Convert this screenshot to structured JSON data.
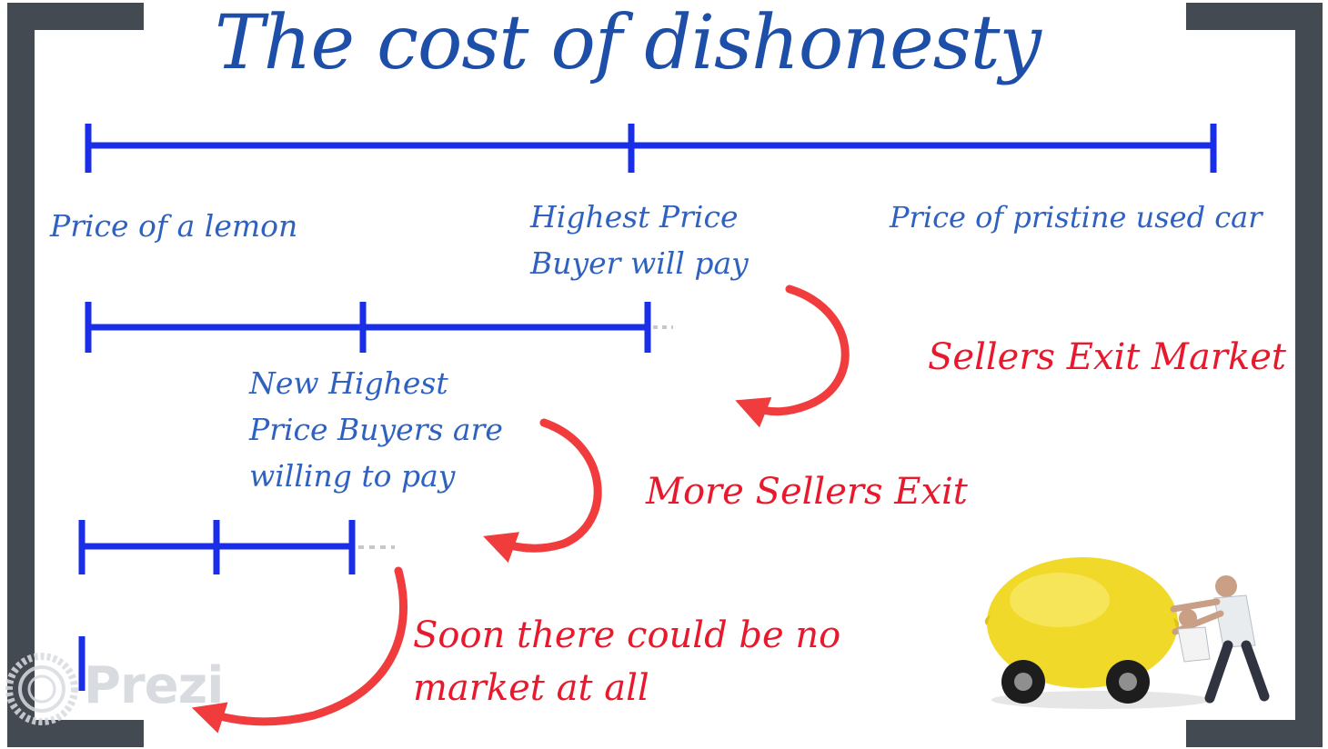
{
  "title": "The cost of dishonesty",
  "labels": {
    "lemon_price": "Price of a lemon",
    "highest_price_line1": "Highest Price",
    "highest_price_line2": "Buyer will pay",
    "pristine_price": "Price of pristine used  car",
    "new_highest_line1": "New Highest",
    "new_highest_line2": "Price Buyers are",
    "new_highest_line3": "willing to pay"
  },
  "callouts": {
    "sellers_exit": "Sellers Exit Market",
    "more_sellers_exit": "More Sellers Exit",
    "no_market_line1": "Soon there could be no",
    "no_market_line2": "market at all"
  },
  "watermark": "Prezi",
  "colors": {
    "title": "#1e4fa8",
    "scale_line": "#1a2ee8",
    "label_blue": "#2f62c0",
    "callout_red": "#e8192c",
    "arrow_red": "#f03c3c",
    "frame": "#444a52"
  }
}
